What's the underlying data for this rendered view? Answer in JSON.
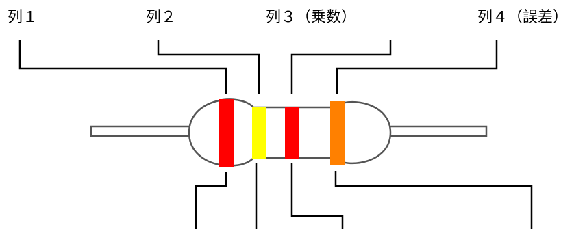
{
  "labels": {
    "band1": "列１",
    "band2": "列２",
    "band3": "列３（乗数）",
    "band4": "列４（誤差）"
  },
  "bands": {
    "band1": {
      "color": "#ff0000"
    },
    "band2": {
      "color": "#ffff00"
    },
    "band3": {
      "color": "#ff0000"
    },
    "band4": {
      "color": "#ff8000"
    }
  },
  "line_color": "#000000",
  "body_outline_color": "#555555"
}
